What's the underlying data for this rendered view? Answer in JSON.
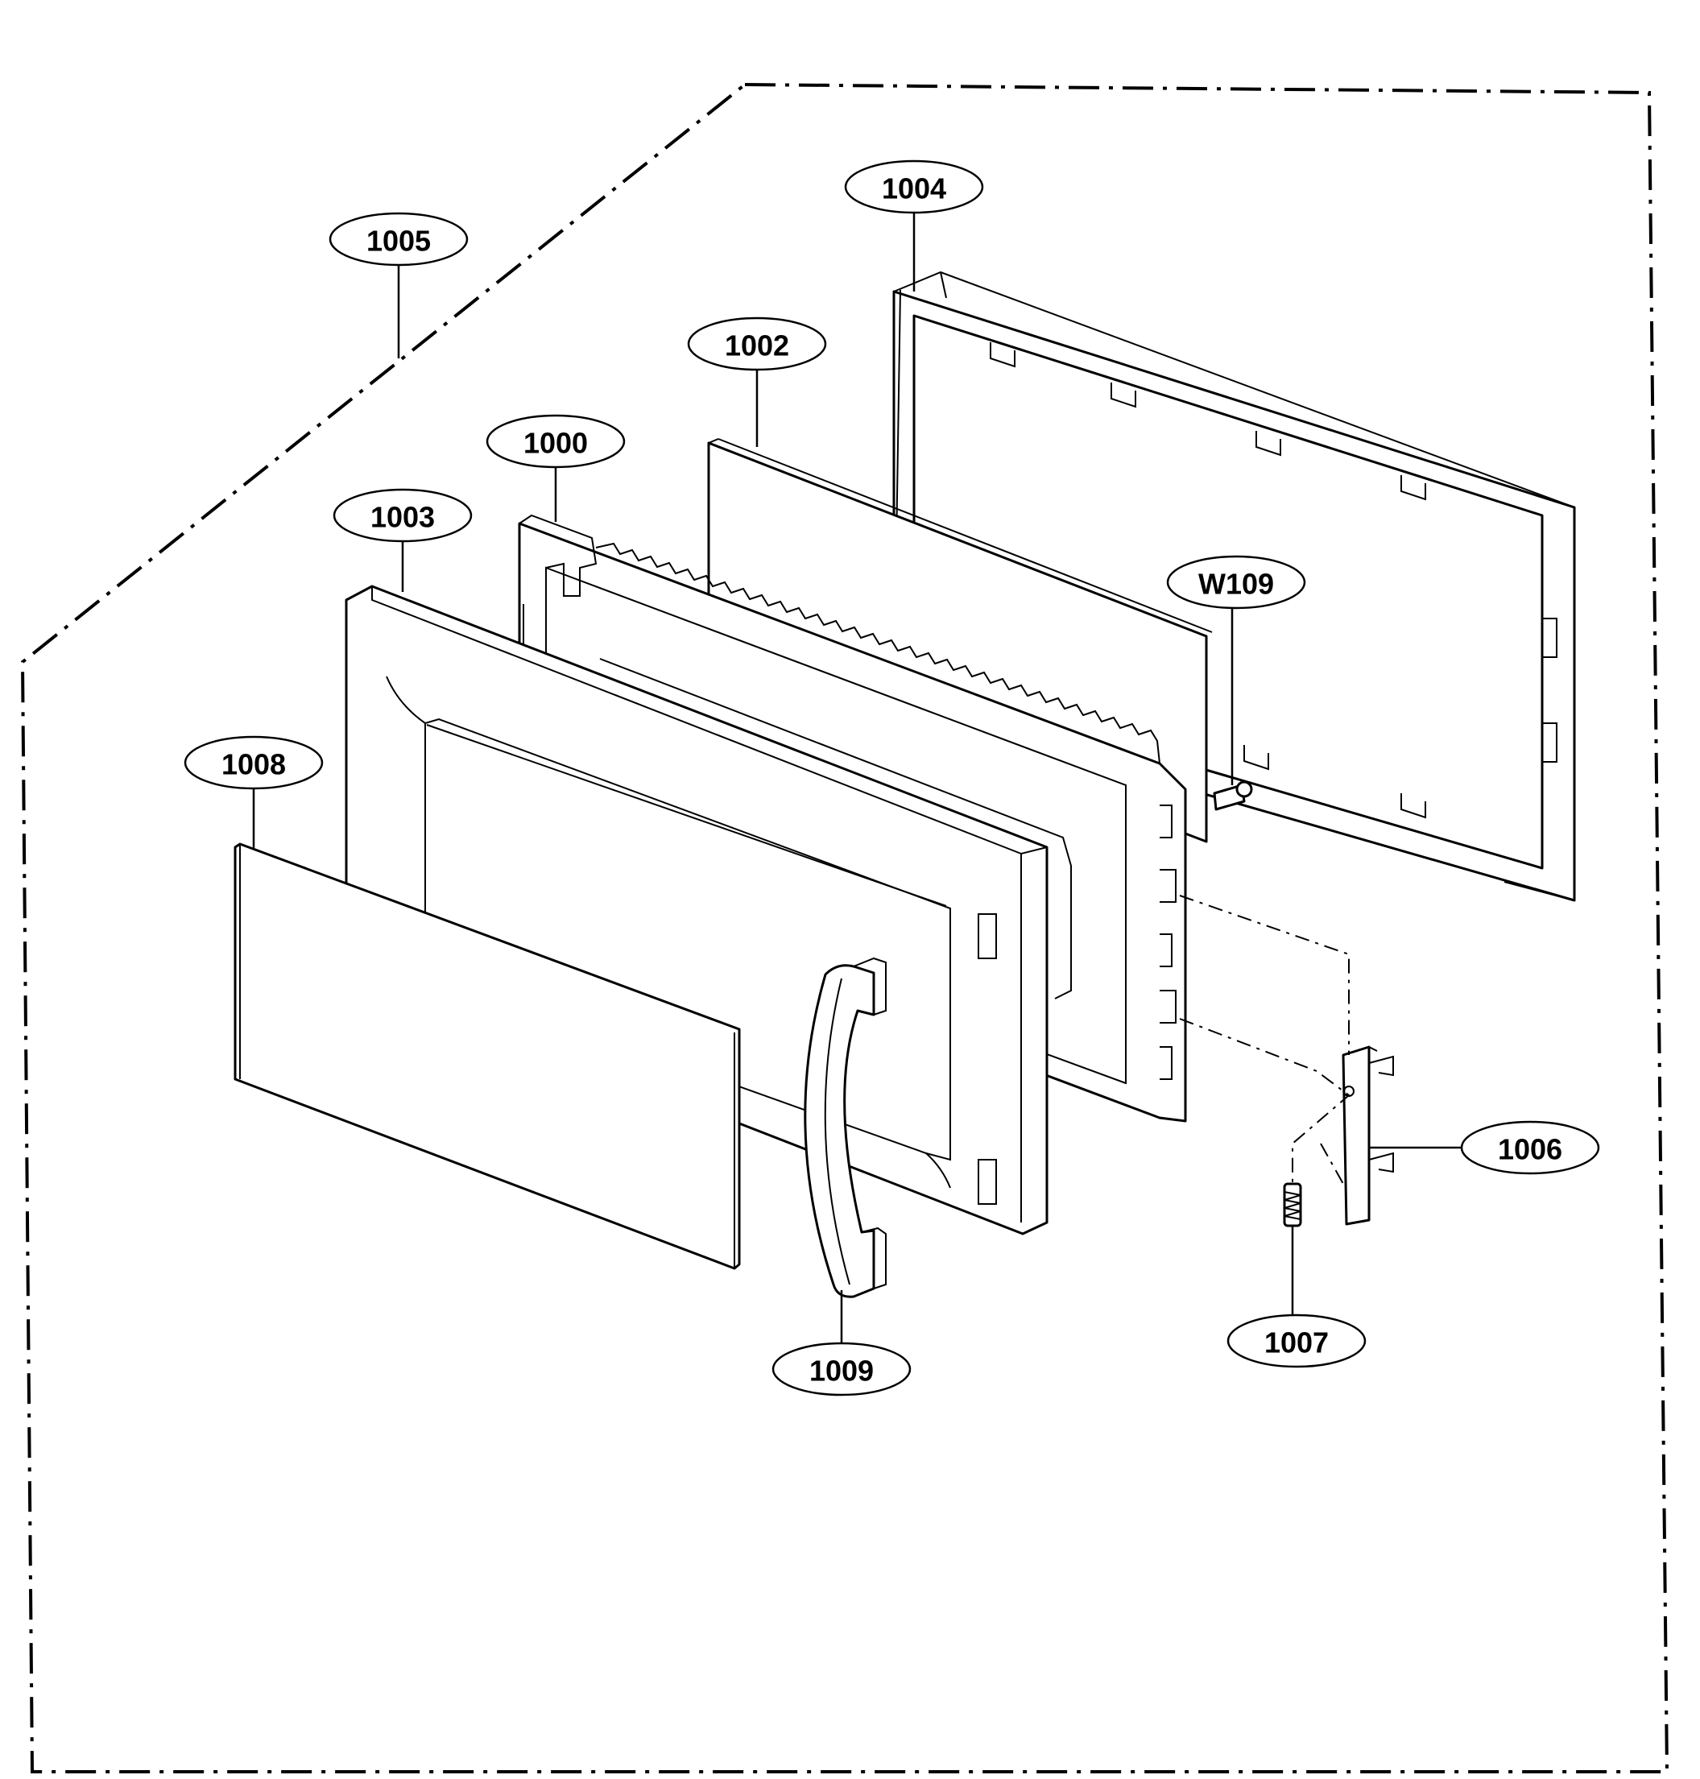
{
  "callouts": [
    {
      "id": "1000",
      "label": "1000"
    },
    {
      "id": "1002",
      "label": "1002"
    },
    {
      "id": "1003",
      "label": "1003"
    },
    {
      "id": "1004",
      "label": "1004"
    },
    {
      "id": "1005",
      "label": "1005"
    },
    {
      "id": "1006",
      "label": "1006"
    },
    {
      "id": "1007",
      "label": "1007"
    },
    {
      "id": "1008",
      "label": "1008"
    },
    {
      "id": "1009",
      "label": "1009"
    },
    {
      "id": "W109",
      "label": "W109"
    }
  ]
}
